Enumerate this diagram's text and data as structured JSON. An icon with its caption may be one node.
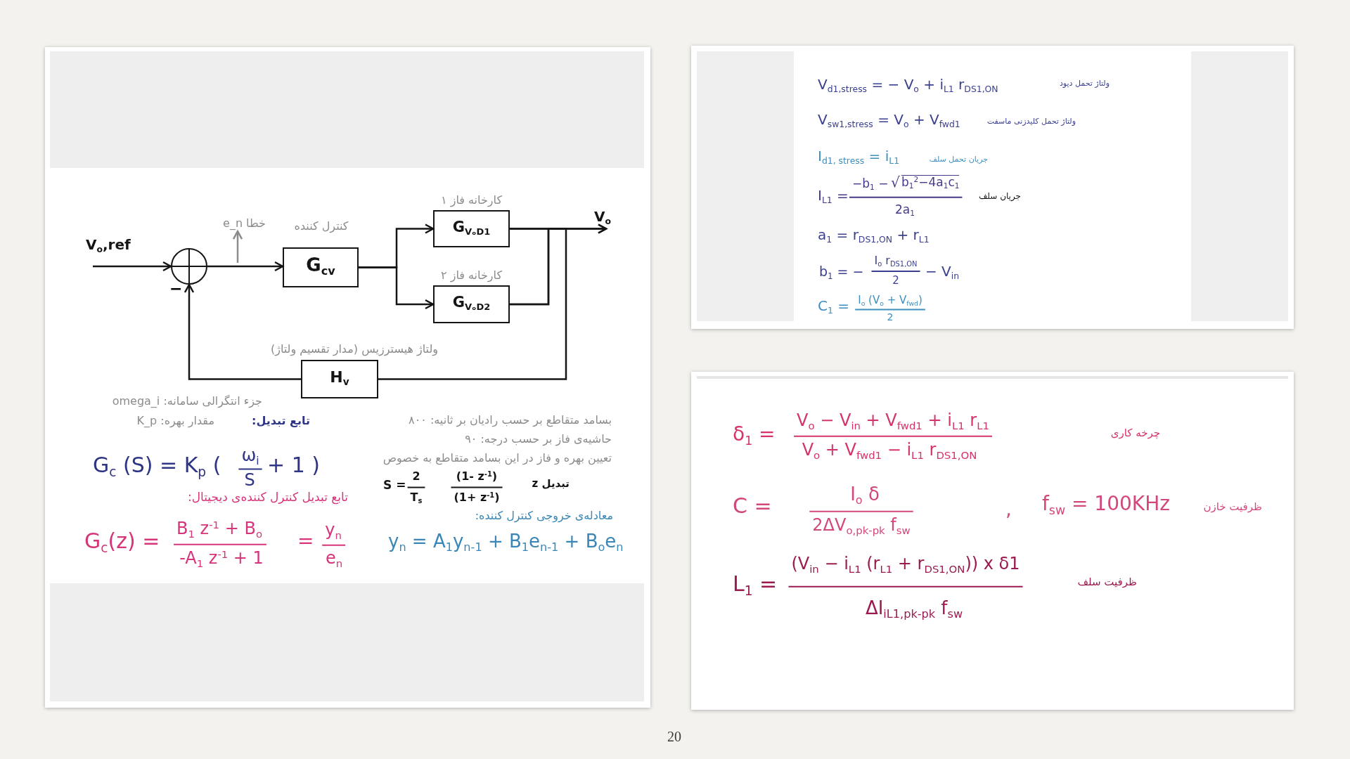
{
  "diagram": {
    "nodes": [
      {
        "text": [],
        "shape": "circle",
        "beside": [
          "−"
        ]
      },
      {
        "text": [
          "خطا e_n"
        ]
      },
      {
        "text": [
          "کنترل کننده",
          "G$_{cv}$"
        ]
      },
      {
        "text": [
          "کارخانه فاز ۱",
          "G$_{VₒD1}$"
        ]
      },
      {
        "text": [
          "کارخانه فاز ۲",
          "G$_{VₒD2}$"
        ]
      },
      {
        "text": [
          "ولتاژ هیسترزیس (مدار تقسیم ولتاژ)",
          "H$_{v}$"
        ]
      },
      {
        "text": [
          "V$_{o}$"
        ]
      }
    ],
    "edges": [
      {
        "from": null,
        "to": 0,
        "arrow": "to"
      },
      {
        "from": 0,
        "to": 2,
        "arrow": "to"
      },
      {
        "from": null,
        "to": 1,
        "arrow": "to",
        "color": "#8c8c8c"
      },
      {
        "from": 2,
        "to": 3,
        "arrow": "to"
      },
      {
        "from": 2,
        "to": 4,
        "arrow": "to"
      },
      {
        "from": 3,
        "to": 6,
        "arrow": "to"
      },
      {
        "from": 4,
        "to": 6,
        "arrow": "to"
      },
      {
        "from": 3,
        "to": 5,
        "arrow": "none"
      },
      {
        "from": 4,
        "to": 5,
        "arrow": "none"
      },
      {
        "from": 5,
        "to": 0,
        "arrow": "to"
      }
    ],
    "labels": [
      "V$_{o}$,ref",
      "جزء انتگرالی سامانه: omega_i",
      "مقدار بهره: K_p",
      "تابع تبدیل:",
      "بسامد متقاطع بر حسب رادیان بر ثانیه: ۸۰۰",
      "حاشیه‌ی فاز بر حسب درجه: ۹۰",
      "تعیین بهره و فاز در این بسامد متقاطع به خصوص",
      "G$_{c}$ (S) = K$_{p}$ (",
      "ω$_{i}$",
      "S",
      "+ 1 )",
      "تبدیل z",
      "S =",
      "2",
      "T$_{s}$",
      "(1- z$^{-1}$)",
      "(1+ z$^{-1}$)",
      "تابع تبدیل کنترل کننده‌ی دیجیتال:",
      "G$_{c}$(z) =",
      "B$_{1}$ z$^{-1}$ + B$_{o}$",
      "-A$_{1}$ z$^{-1}$ + 1",
      "=",
      "y$_{n}$",
      "e$_{n}$",
      "معادله‌ی خروجی کنترل کننده:",
      "y$_{n}$ = A$_{1}$y$_{n-1}$ + B$_{1}$e$_{n-1}$ + B$_{o}$e$_{n}$",
      "V$_{d1,stress}$ = − V$_{o}$ + i$_{L1}$ r$_{DS1,ON}$",
      "ولتاژ تحمل دیود",
      "V$_{sw1,stress}$ = V$_{o}$ + V$_{fwd1}$",
      "ولتاژ تحمل کلیدزنی ماسفت",
      "I$_{d1, stress}$ = i$_{L1}$",
      "جریان تحمل سلف",
      "I$_{L1}$ =",
      "−b$_{1}$ −",
      "√",
      "b$_{1}$$^{2}$−4a$_{1}$c$_{1}$",
      "2a$_{1}$",
      "جریان سلف",
      "a$_{1}$ = r$_{DS1,ON}$ + r$_{L1}$",
      "b$_{1}$ = −",
      "I$_{o}$ r$_{DS1,ON}$",
      "2",
      "− V$_{in}$",
      "C$_{1}$ =",
      "I$_{o}$ (V$_{o}$ + V$_{fwd}$)",
      "2",
      "δ$_{1}$ =",
      "V$_{o}$ − V$_{in}$ + V$_{fwd1}$ + i$_{L1}$ r$_{L1}$",
      "V$_{o}$ + V$_{fwd1}$ − i$_{L1}$ r$_{DS1,ON}$",
      "چرخه کاری",
      "C =",
      "I$_{o}$ δ",
      "2ΔV$_{o,pk-pk}$ f$_{sw}$",
      ",",
      "f$_{sw}$ = 100KHz",
      "ظرفیت خازن",
      "L$_{1}$ =",
      "(V$_{in}$ − i$_{L1}$ (r$_{L1}$ + r$_{DS1,ON}$)) x δ1",
      "ΔI$_{iL1,pk-pk}$ f$_{sw}$",
      "ظرفیت سلف",
      "20"
    ]
  }
}
